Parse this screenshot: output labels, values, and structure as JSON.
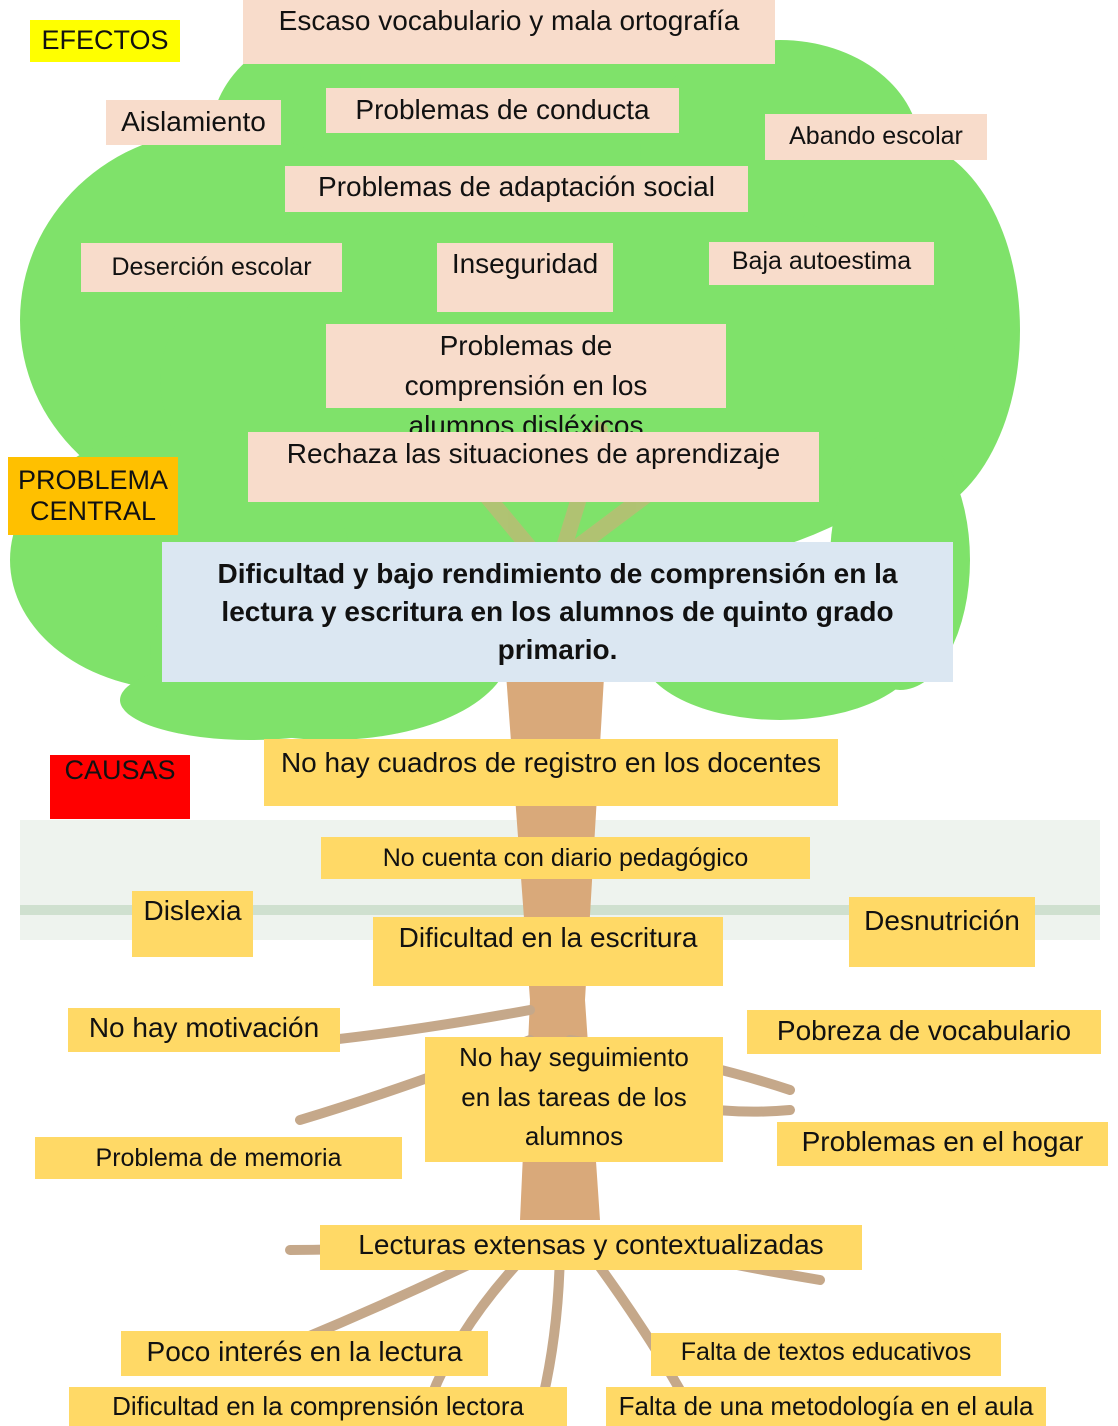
{
  "labels": {
    "efectos": "EFECTOS",
    "problema_central": "PROBLEMA CENTRAL",
    "causas": "CAUSAS"
  },
  "colors": {
    "efectos_label": "#ffff00",
    "problema_label": "#ffc000",
    "causas_label": "#ff0000",
    "effect_box": "#f8dccb",
    "cause_box": "#ffd966",
    "central_box": "#dbe7f2",
    "canopy": "#7fe26a",
    "trunk": "#d9a97a",
    "roots": "#b89a7a"
  },
  "effects": [
    "Escaso vocabulario y mala ortografía",
    "Aislamiento",
    "Problemas de conducta",
    "Abando escolar",
    "Problemas de adaptación social",
    "Deserción escolar",
    "Inseguridad",
    "Baja autoestima",
    "Problemas de comprensión en los alumnos disléxicos",
    "Rechaza las situaciones de aprendizaje"
  ],
  "central_problem": "Dificultad y bajo rendimiento de comprensión en la lectura y escritura en los alumnos de quinto grado primario.",
  "causes": [
    "No hay cuadros de registro en los docentes",
    "No cuenta con diario pedagógico",
    "Dislexia",
    "Dificultad en la escritura",
    "Desnutrición",
    "No hay motivación",
    "No hay seguimiento en las tareas de los alumnos",
    "Pobreza de vocabulario",
    "Problema de memoria",
    "Problemas en el hogar",
    "Lecturas extensas y contextualizadas",
    "Poco interés en la lectura",
    "Falta de textos educativos",
    "Dificultad en la comprensión lectora",
    "Falta de una metodología en el aula"
  ]
}
